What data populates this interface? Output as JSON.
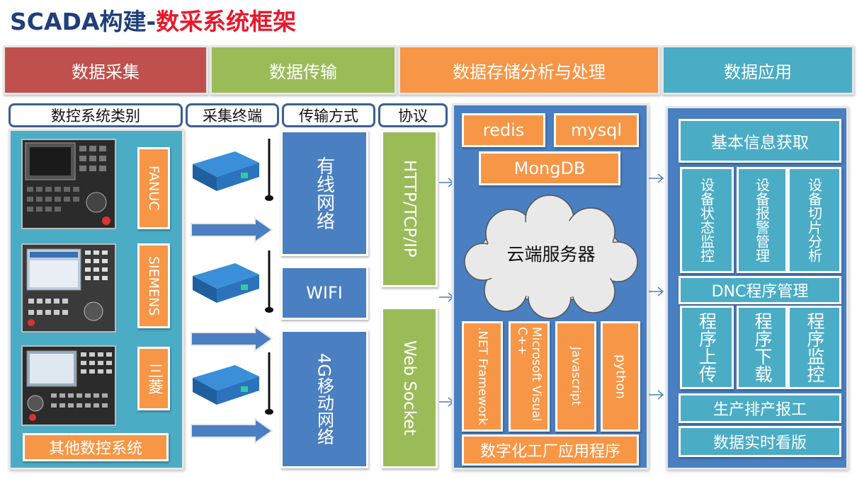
{
  "title": {
    "prefix": "SCADA构建-",
    "main": "数采系统框架"
  },
  "headers": {
    "collect": "数据采集",
    "transfer": "数据传输",
    "storage": "数据存储分析与处理",
    "application": "数据应用"
  },
  "labels": {
    "cnc_types": "数控系统类别",
    "terminal": "采集终端",
    "transport": "传输方式",
    "protocol": "协议"
  },
  "cnc_brands": [
    "FANUC",
    "SIEMENS",
    "三菱"
  ],
  "other_cnc": "其他数控系统",
  "transport_methods": [
    "有线网络",
    "WIFI",
    "4G移动网络"
  ],
  "protocols": [
    "HTTP/TCP/IP",
    "Web Socket"
  ],
  "databases": [
    "redis",
    "mysql",
    "MongDB"
  ],
  "cloud": "云端服务器",
  "tech_stack": [
    ".NET Framework",
    "Microsoft Visual C++",
    "Javascript",
    "python"
  ],
  "factory_app": "数字化工厂应用程序",
  "apps": {
    "basic_info": "基本信息获取",
    "monitor": [
      "设备状态监控",
      "设备报警管理",
      "设备切片分析"
    ],
    "dnc": "DNC程序管理",
    "program": [
      "程序上传",
      "程序下载",
      "程序监控"
    ],
    "production": "生产排产报工",
    "dashboard": "数据实时看版"
  },
  "colors": {
    "collect": "#c0504d",
    "transfer": "#9bbb59",
    "storage": "#f79646",
    "application": "#4bacc6",
    "panel_blue": "#4a7fc1",
    "title_blue": "#1f3f7a",
    "title_red": "#e8192c"
  }
}
